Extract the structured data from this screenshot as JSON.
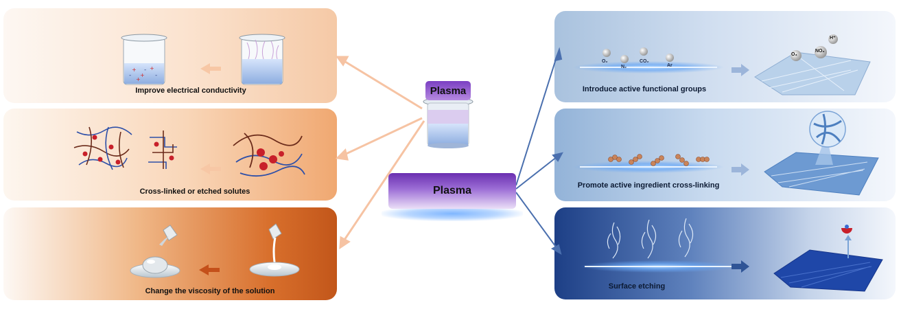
{
  "center": {
    "beaker_label": "Plasma",
    "bar_label": "Plasma"
  },
  "left_panels": [
    {
      "caption": "Improve electrical conductivity"
    },
    {
      "caption": "Cross-linked or etched solutes"
    },
    {
      "caption": "Change the viscosity of the solution"
    }
  ],
  "right_panels": [
    {
      "caption": "Introduce active functional groups",
      "gases": [
        "O₂",
        "N₂",
        "CO₂",
        "Ar"
      ],
      "species": [
        "H⁺",
        "O₃",
        "NO₂"
      ]
    },
    {
      "caption": "Promote active ingredient cross-linking"
    },
    {
      "caption": "Surface etching"
    }
  ],
  "colors": {
    "orange_arrow": "#f6c3a3",
    "blue_arrow": "#4a6fae",
    "plasma_purple": "#7b3fc2",
    "glow_blue": "#7fb6ff"
  }
}
